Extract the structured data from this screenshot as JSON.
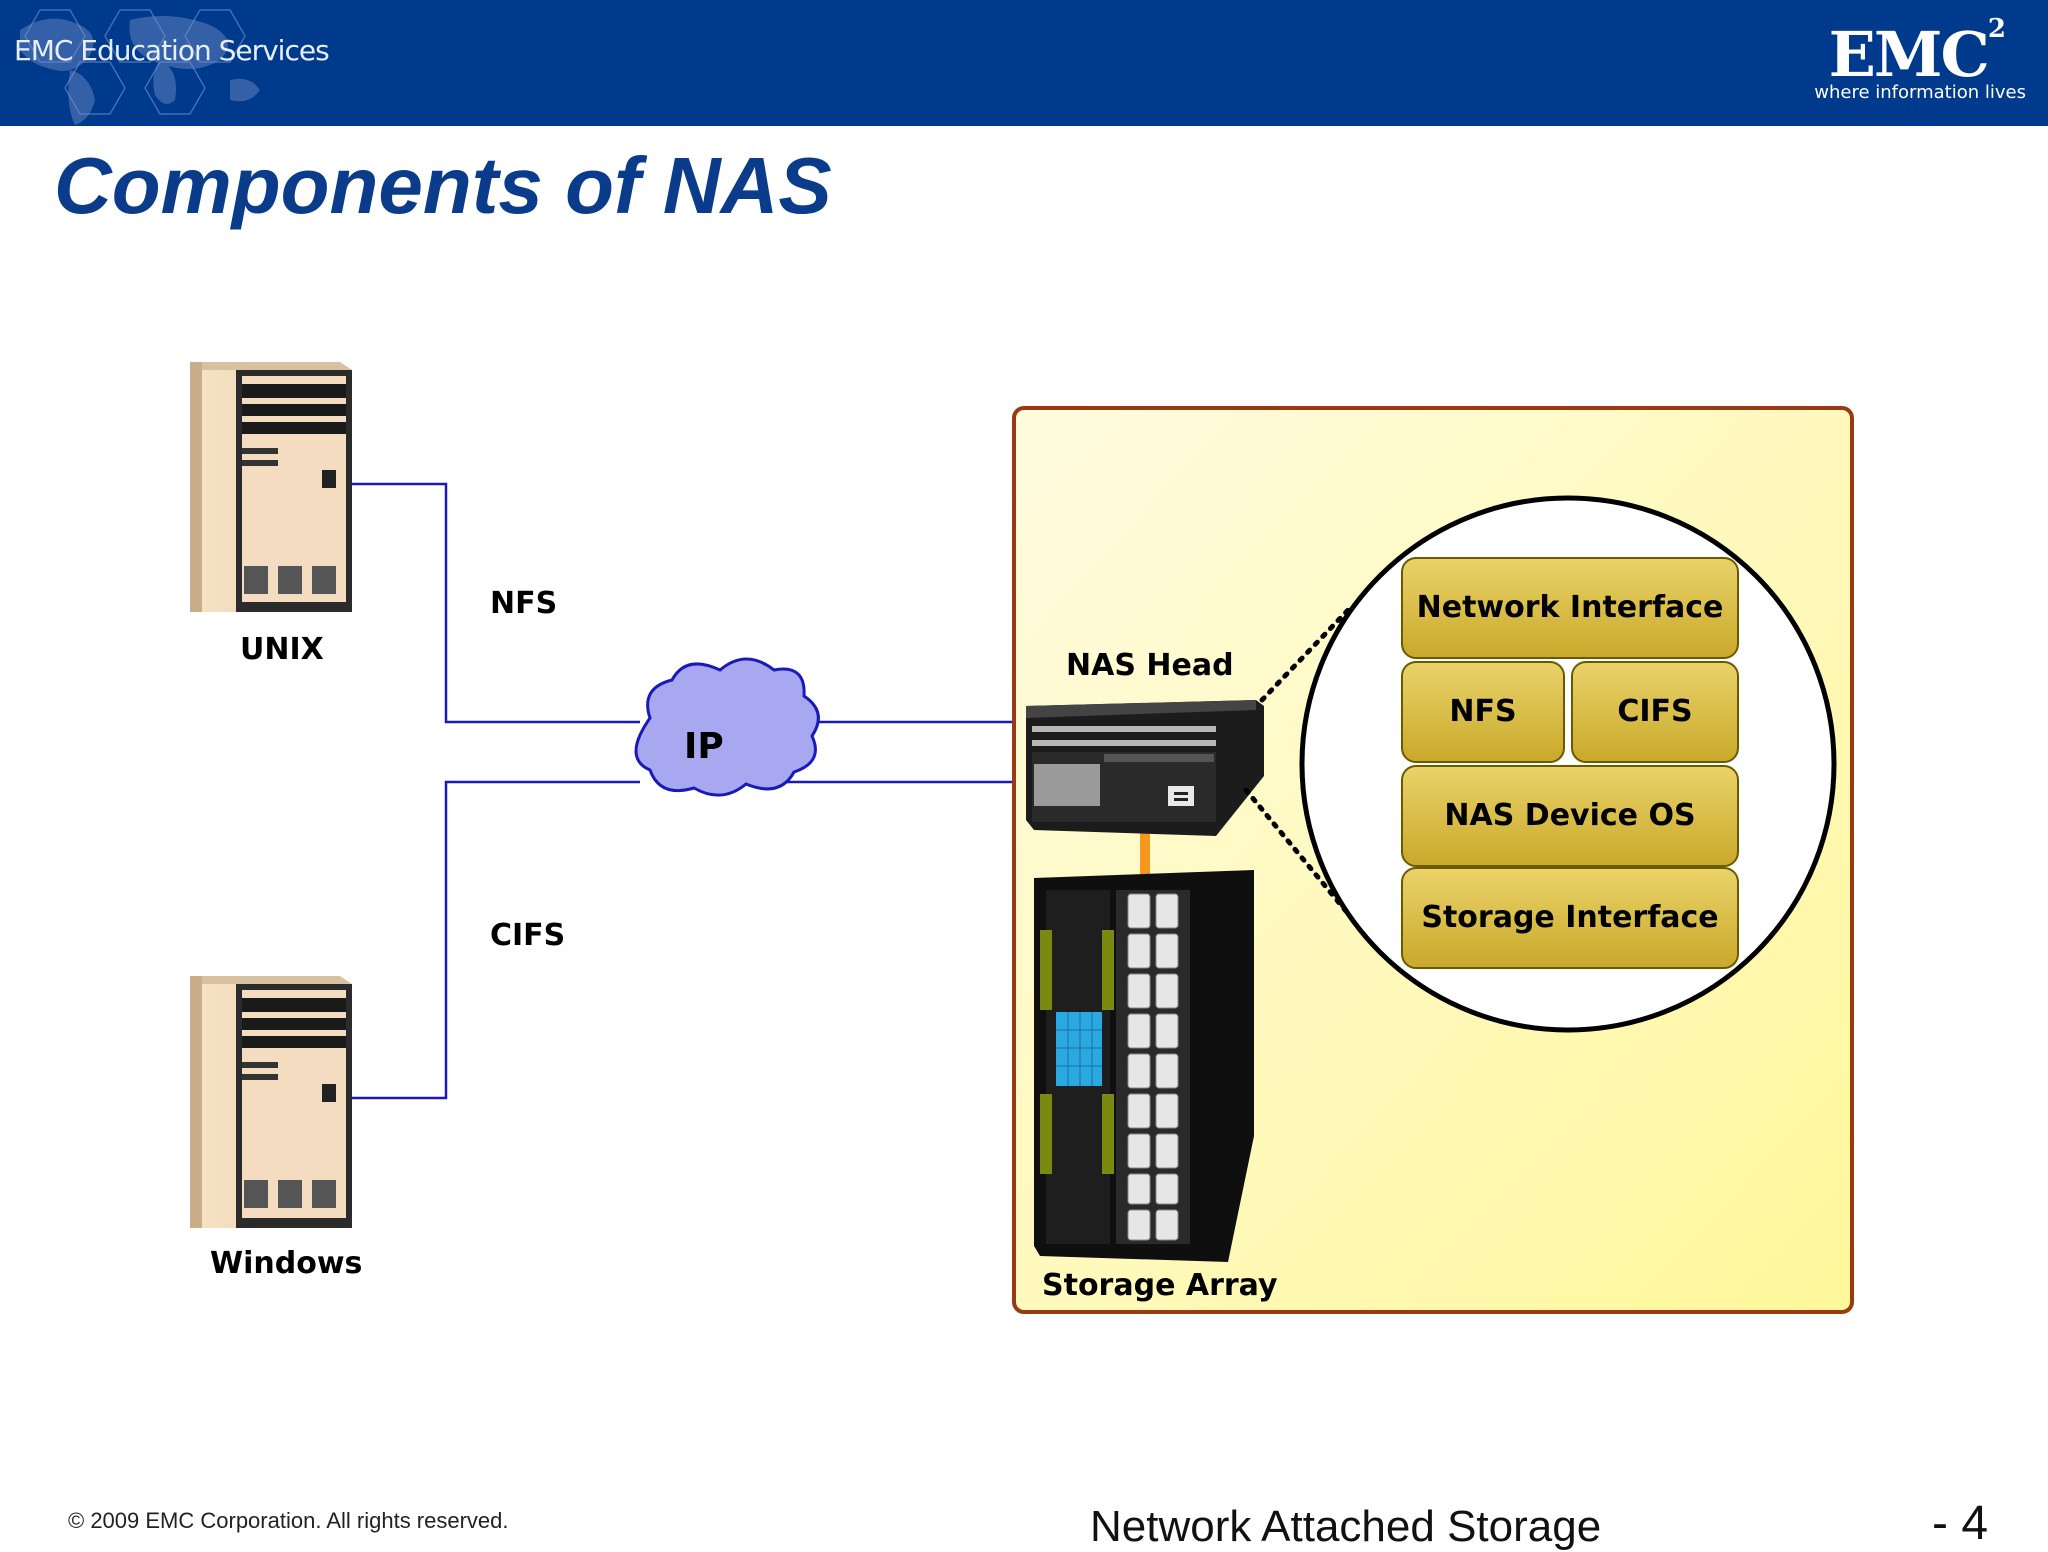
{
  "header": {
    "left_text": "EMC Education Services",
    "logo": "EMC",
    "logo_sup": "2",
    "logo_tagline": "where information lives"
  },
  "title": "Components of NAS",
  "diagram": {
    "clients": [
      {
        "label": "UNIX"
      },
      {
        "label": "Windows"
      }
    ],
    "protocol_labels": [
      "NFS",
      "CIFS"
    ],
    "network": "IP",
    "nas_head": "NAS Head",
    "storage_array": "Storage Array",
    "stack": {
      "network_interface": "Network Interface",
      "nfs": "NFS",
      "cifs": "CIFS",
      "device_os": "NAS Device OS",
      "storage_interface": "Storage Interface"
    }
  },
  "footer": {
    "copyright": "© 2009 EMC Corporation. All rights reserved.",
    "course": "Network Attached Storage",
    "page": "- 4"
  },
  "colors": {
    "header_bg": "#003a8c",
    "title": "#0b3c8c",
    "link_line": "#1a1ab8",
    "cloud": "#a8a8f0",
    "panel_border": "#9a3a10",
    "panel_fill": "#fff9b8",
    "stack_box": "#e0c64a"
  }
}
